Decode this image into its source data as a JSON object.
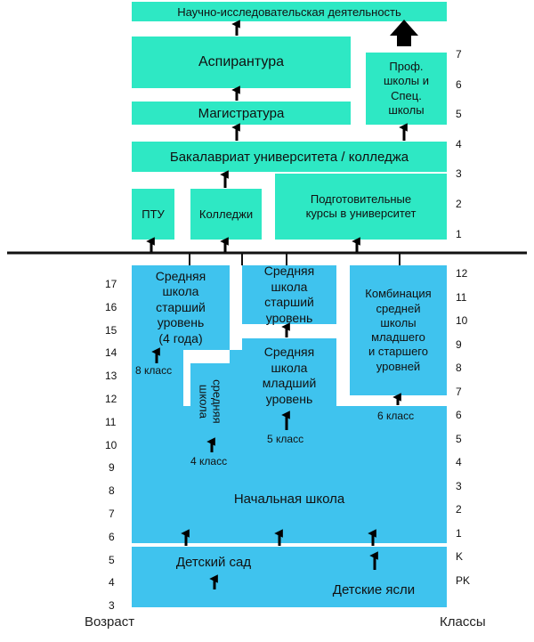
{
  "higher": {
    "research": "Научно-исследовательская деятельность",
    "aspirantura": "Аспирантура",
    "magistratura": "Магистратура",
    "prof_schools": "Проф.\nшколы и\nСпец.\nшколы",
    "bachelor": "Бакалавриат университета / колледжа",
    "ptu": "ПТУ",
    "colleges": "Колледжи",
    "prep_courses": "Подготовительные\nкурсы в университет"
  },
  "school": {
    "senior_4yr": "Средняя\nшкола\nстарший\nуровень\n(4 года)",
    "senior": "Средняя\nшкола\nстарший\nуровень",
    "middle_junior": "Средняя\nшкола\nмладший\nуровень",
    "combination": "Комбинация\nсредней\nшколы\nмладшего\nи старшего\nуровней",
    "vertical_middle": "средняя\nшкола",
    "primary": "Начальная школа",
    "kindergarten": "Детский сад",
    "nursery": "Детские ясли"
  },
  "entry_labels": {
    "grade8": "8 класс",
    "grade4": "4 класс",
    "grade5": "5 класс",
    "grade6": "6 класс"
  },
  "axes": {
    "left_title": "Возраст",
    "right_title": "Классы",
    "ages": [
      "17",
      "16",
      "15",
      "14",
      "13",
      "12",
      "11",
      "10",
      "9",
      "8",
      "7",
      "6",
      "5",
      "4",
      "3"
    ],
    "grades_school": [
      "12",
      "11",
      "10",
      "9",
      "8",
      "7",
      "6",
      "5",
      "4",
      "3",
      "2",
      "1",
      "K",
      "PK"
    ],
    "grades_higher": [
      "7",
      "6",
      "5",
      "4",
      "3",
      "2",
      "1"
    ]
  },
  "colors": {
    "higher": "#2ee8c4",
    "school": "#3fc3ee",
    "divider": "#111111"
  }
}
